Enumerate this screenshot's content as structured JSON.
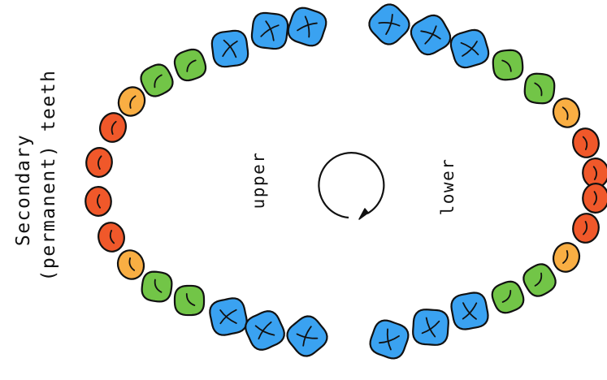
{
  "labels": {
    "title_line1": "Secondary",
    "title_line2": "(permanent) teeth",
    "upper": "upper",
    "lower": "lower"
  },
  "icons": {
    "rotation": "clockwise-circle-arrow-icon"
  },
  "colors": {
    "incisor": "#F0582A",
    "canine": "#F9AE43",
    "premolar": "#72C547",
    "molar": "#3AA2F1",
    "outline": "#111111"
  },
  "arches": {
    "upper": [
      "molar",
      "molar",
      "molar",
      "premolar",
      "premolar",
      "canine",
      "incisor",
      "incisor",
      "incisor",
      "incisor",
      "canine",
      "premolar",
      "premolar",
      "molar",
      "molar",
      "molar"
    ],
    "lower": [
      "molar",
      "molar",
      "molar",
      "premolar",
      "premolar",
      "canine",
      "incisor",
      "incisor",
      "incisor",
      "incisor",
      "canine",
      "premolar",
      "premolar",
      "molar",
      "molar",
      "molar"
    ]
  }
}
